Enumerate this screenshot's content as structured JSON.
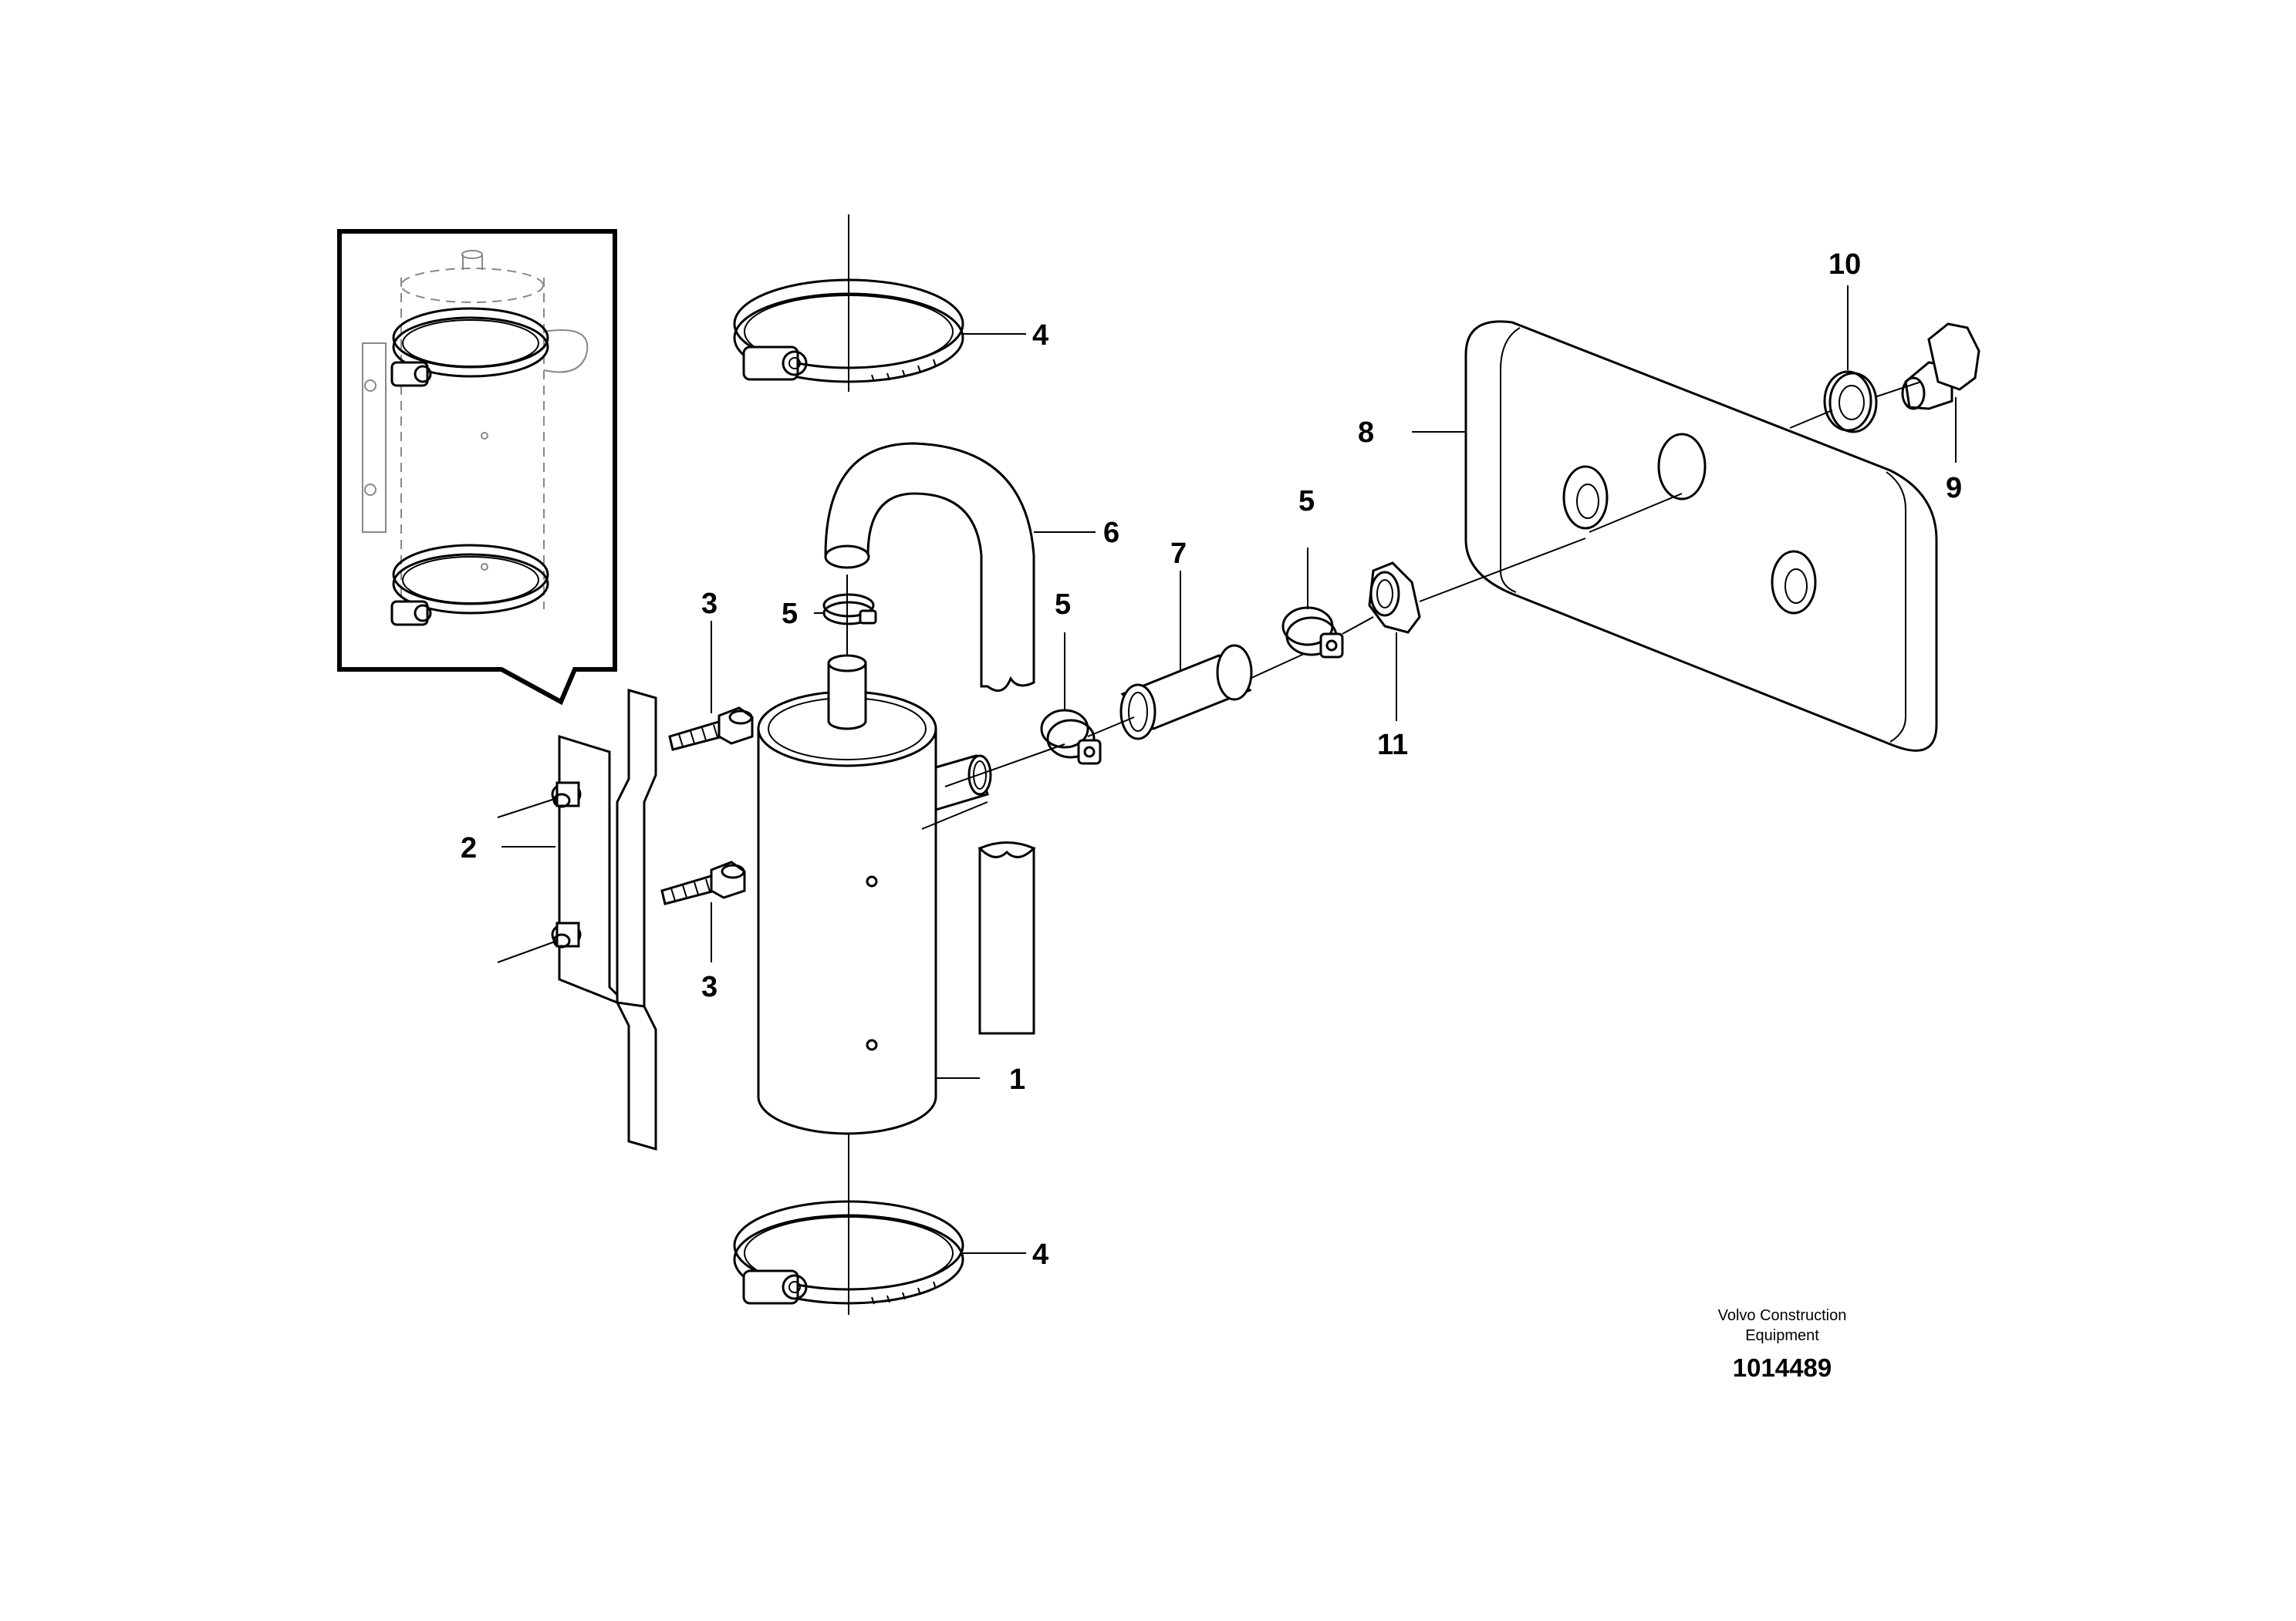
{
  "callouts": {
    "c1": "1",
    "c2": "2",
    "c3a": "3",
    "c3b": "3",
    "c4a": "4",
    "c4b": "4",
    "c5a": "5",
    "c5b": "5",
    "c5c": "5",
    "c6": "6",
    "c7": "7",
    "c8": "8",
    "c9": "9",
    "c10": "10",
    "c11": "11"
  },
  "footer": {
    "company_line1": "Volvo Construction",
    "company_line2": "Equipment",
    "document_number": "1014489"
  }
}
